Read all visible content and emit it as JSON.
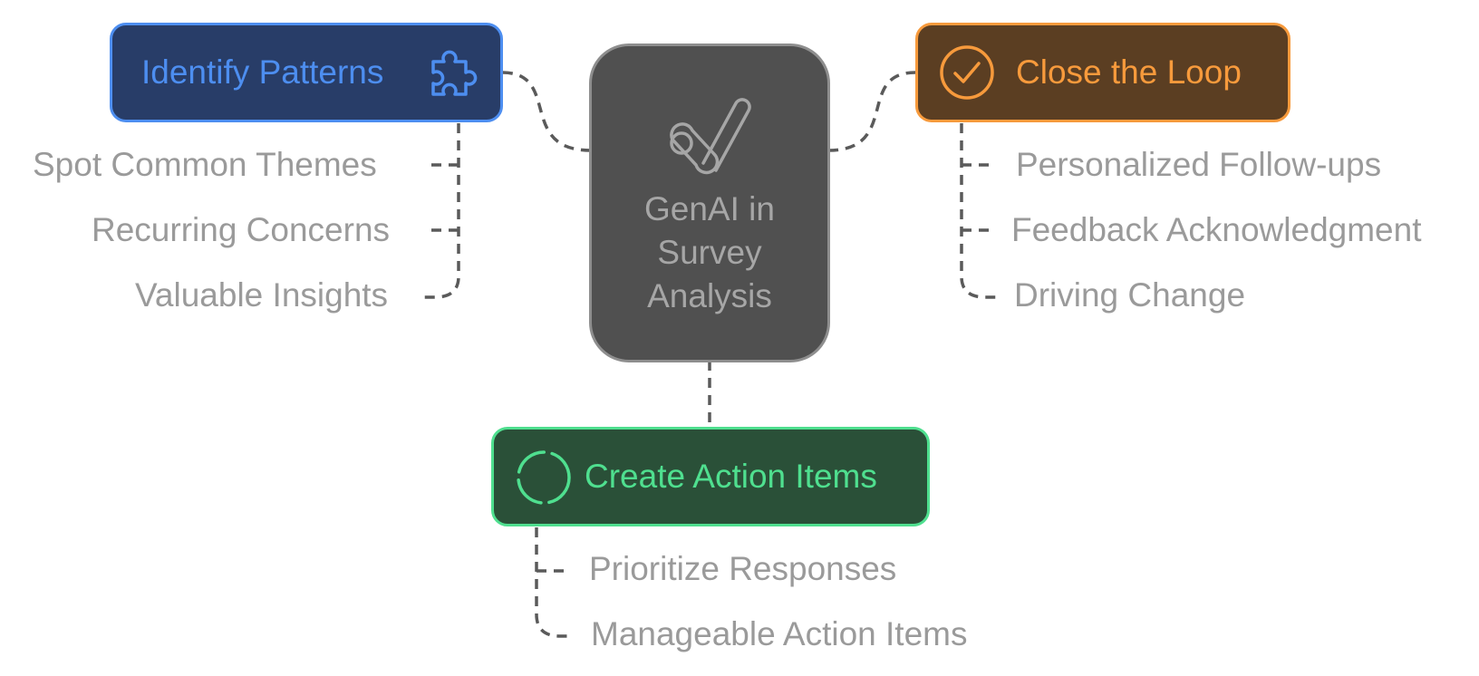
{
  "center": {
    "title_lines": [
      "GenAI in",
      "Survey",
      "Analysis"
    ],
    "icon": "telescope-icon",
    "fill": "#505050",
    "stroke": "#8e8e8e"
  },
  "branches": {
    "identify": {
      "label": "Identify Patterns",
      "icon": "puzzle-icon",
      "fill": "#283d68",
      "stroke": "#4d8ef0",
      "text_color": "#4d8ef0",
      "items": [
        "Spot Common Themes",
        "Recurring Concerns",
        "Valuable Insights"
      ]
    },
    "close": {
      "label": "Close the Loop",
      "icon": "check-circle-icon",
      "fill": "#5b3e22",
      "stroke": "#f79a3c",
      "text_color": "#f79a3c",
      "items": [
        "Personalized Follow-ups",
        "Feedback Acknowledgment",
        "Driving Change"
      ]
    },
    "action": {
      "label": "Create Action Items",
      "icon": "dashed-circle-icon",
      "fill": "#2a5038",
      "stroke": "#4fdf8f",
      "text_color": "#4fdf8f",
      "items": [
        "Prioritize Responses",
        "Manageable Action Items"
      ]
    }
  },
  "connector_color": "#5a5a5a",
  "sub_text_color": "#9a9a9a"
}
